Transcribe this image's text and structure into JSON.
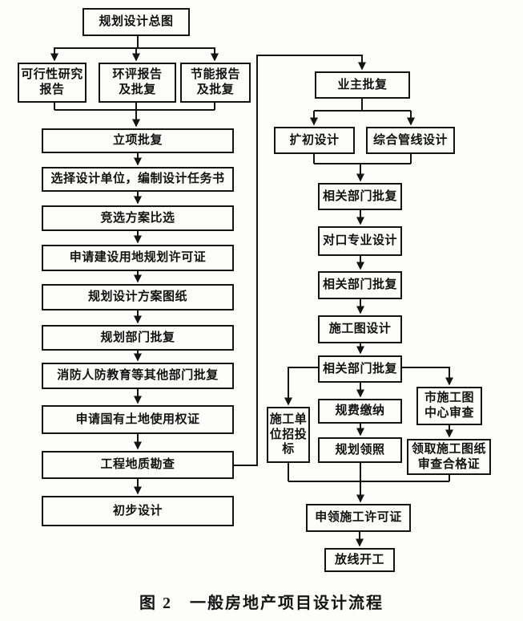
{
  "figure": {
    "caption": "图 2　一般房地产项目设计流程"
  },
  "nodes": {
    "master": {
      "label": "规划设计总图"
    },
    "feasibility": {
      "label": "可行性研究\n报告"
    },
    "envReport": {
      "label": "环评报告\n及批复"
    },
    "energyReport": {
      "label": "节能报告\n及批复"
    },
    "projectApproval": {
      "label": "立项批复"
    },
    "selectUnit": {
      "label": "选择设计单位，编制设计任务书"
    },
    "comparison": {
      "label": "竞选方案比选"
    },
    "landPermit": {
      "label": "申请建设用地规划许可证"
    },
    "schemeDrawings": {
      "label": "规划设计方案图纸"
    },
    "planningDept": {
      "label": "规划部门批复"
    },
    "otherDept": {
      "label": "消防人防教育等其他部门批复"
    },
    "landUse": {
      "label": "申请国有土地使用权证"
    },
    "geoSurvey": {
      "label": "工程地质勘查"
    },
    "prelimDesign": {
      "label": "初步设计"
    },
    "ownerApproval": {
      "label": "业主批复"
    },
    "expandDesign": {
      "label": "扩初设计"
    },
    "pipelineDesign": {
      "label": "综合管线设计"
    },
    "deptApproval1": {
      "label": "相关部门批复"
    },
    "counterpartDesign": {
      "label": "对口专业设计"
    },
    "deptApproval2": {
      "label": "相关部门批复"
    },
    "constructionDrawing": {
      "label": "施工图设计"
    },
    "deptApproval3": {
      "label": "相关部门批复"
    },
    "bidding": {
      "label": "施工单\n位招投\n标"
    },
    "feePayment": {
      "label": "规费缴纳"
    },
    "planningLicense": {
      "label": "规划领照"
    },
    "cityReview": {
      "label": "市施工图\n中心审查"
    },
    "reviewCert": {
      "label": "领取施工图纸\n审查合格证"
    },
    "constructionPermit": {
      "label": "申领施工许可证"
    },
    "startWork": {
      "label": "放线开工"
    }
  },
  "colors": {
    "line": "#141414",
    "box_background": "#fdfdfc"
  }
}
